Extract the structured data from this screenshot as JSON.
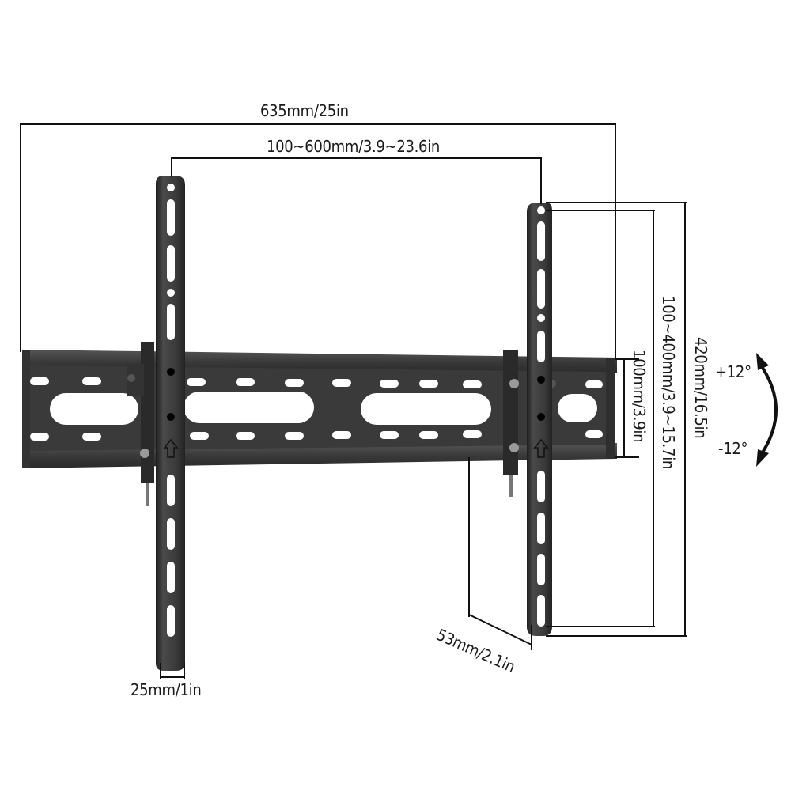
{
  "diagram": {
    "subject": "Tilting TV wall mount bracket",
    "colors": {
      "background": "#ffffff",
      "metal_dark": "#2b2b2b",
      "metal_mid": "#3c3c3c",
      "metal_light": "#565656",
      "dimension_line": "#111111"
    },
    "dimensions": {
      "overall_width": "635mm/25in",
      "vesa_horizontal": "100~600mm/3.9~23.6in",
      "arm_height": "420mm/16.5in",
      "vesa_vertical": "100~400mm/3.9~15.7in",
      "wall_plate_height": "100mm/3.9in",
      "wall_depth": "53mm/2.1in",
      "arm_width": "25mm/1in"
    },
    "tilt": {
      "up": "+12°",
      "down": "-12°"
    }
  }
}
